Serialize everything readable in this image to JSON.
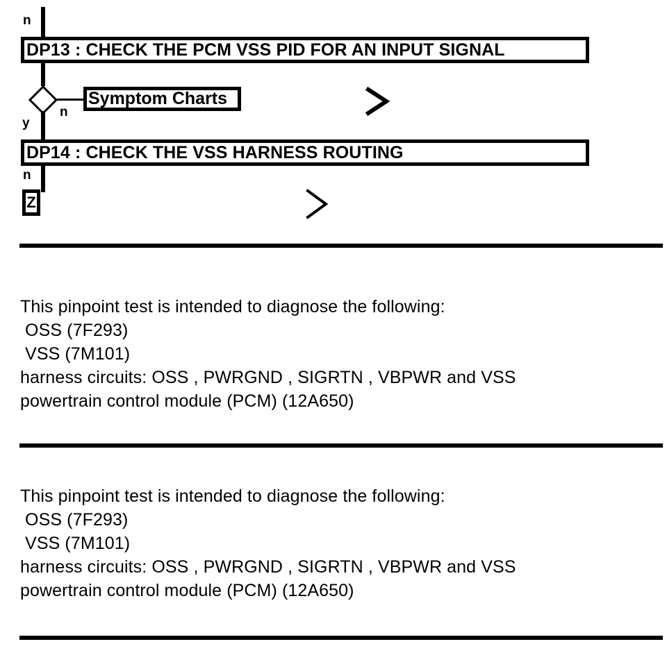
{
  "flowchart": {
    "top_branch_label": "n",
    "steps": [
      {
        "id": "dp13",
        "label": "DP13 : CHECK THE PCM VSS PID FOR AN INPUT SIGNAL"
      },
      {
        "id": "dp14",
        "label": "DP14 : CHECK THE VSS HARNESS ROUTING"
      }
    ],
    "decision": {
      "yes_label": "y",
      "no_label": "n",
      "no_target": "Symptom Charts"
    },
    "dp14_branch_label": "n",
    "connector_ref": "Z",
    "page_markers": [
      {
        "id": "marker-upper",
        "glyph": ">"
      },
      {
        "id": "marker-lower",
        "glyph": ">"
      }
    ]
  },
  "text_blocks": [
    {
      "id": "pinpoint-block-1",
      "lines": [
        "This pinpoint test is intended to diagnose the following:",
        " OSS (7F293)",
        " VSS (7M101)",
        "harness circuits: OSS , PWRGND , SIGRTN , VBPWR and VSS",
        "powertrain control module (PCM) (12A650)"
      ]
    },
    {
      "id": "pinpoint-block-2",
      "lines": [
        "This pinpoint test is intended to diagnose the following:",
        " OSS (7F293)",
        " VSS (7M101)",
        "harness circuits: OSS , PWRGND , SIGRTN , VBPWR and VSS",
        "powertrain control module (PCM) (12A650)"
      ]
    }
  ],
  "rules": [
    {
      "id": "rule-1"
    },
    {
      "id": "rule-2"
    },
    {
      "id": "rule-3"
    }
  ],
  "colors": {
    "ink": "#000000",
    "paper": "#ffffff"
  }
}
